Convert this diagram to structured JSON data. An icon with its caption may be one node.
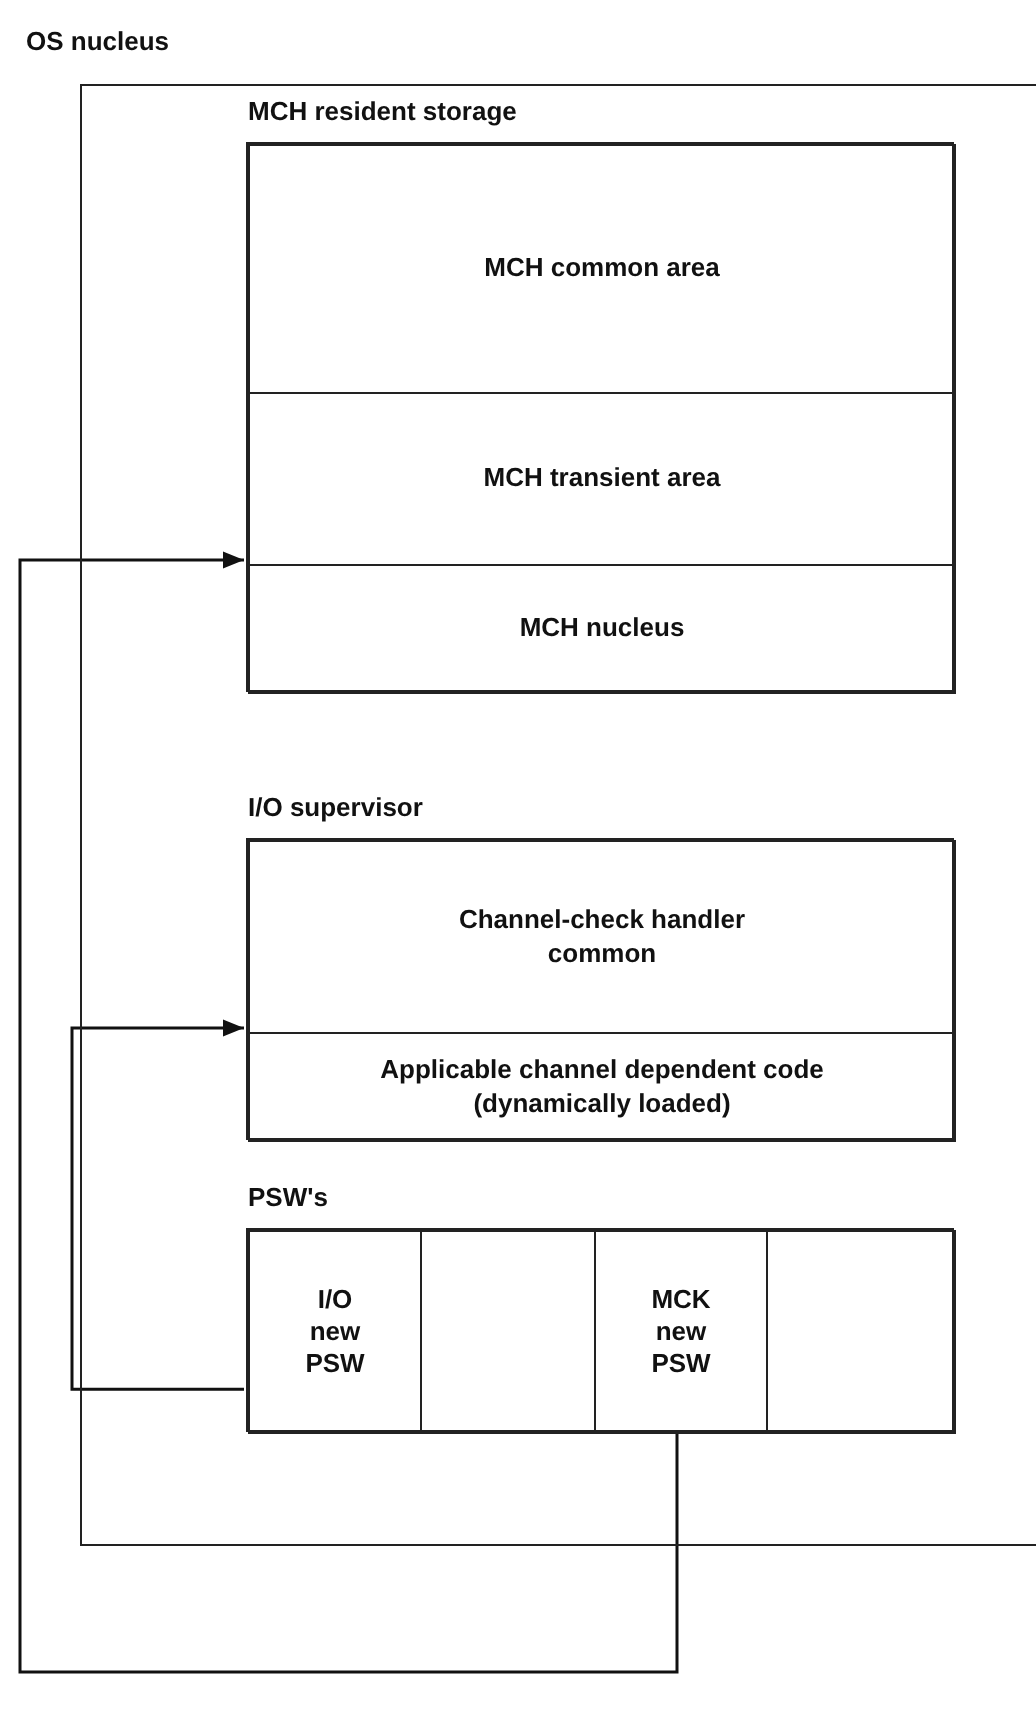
{
  "diagram": {
    "nodes": [
      {
        "text": [
          "OS nucleus"
        ]
      },
      {
        "text": [
          "MCH resident storage"
        ],
        "in": 0
      },
      {
        "text": [
          "MCH common area"
        ],
        "in": 1
      },
      {
        "text": [
          "MCH transient area"
        ],
        "in": 1
      },
      {
        "text": [
          "MCH nucleus"
        ],
        "in": 1
      },
      {
        "text": [
          "I/O supervisor"
        ],
        "in": 0
      },
      {
        "text": [
          "Channel-check handler common"
        ],
        "in": 5
      },
      {
        "text": [
          "Applicable channel dependent code (dynamically loaded)"
        ],
        "in": 5
      },
      {
        "text": [
          "PSW's"
        ],
        "in": 0
      },
      {
        "text": [
          "I/O new PSW"
        ],
        "in": 8
      },
      {
        "text": [],
        "shape": "box",
        "in": 8
      },
      {
        "text": [
          "MCK new PSW"
        ],
        "in": 8
      },
      {
        "text": [],
        "shape": "box",
        "in": 8
      }
    ],
    "edges": [
      {
        "from": 11,
        "to": 4,
        "arrow": "to"
      },
      {
        "from": 9,
        "to": 7,
        "arrow": "to"
      }
    ]
  }
}
